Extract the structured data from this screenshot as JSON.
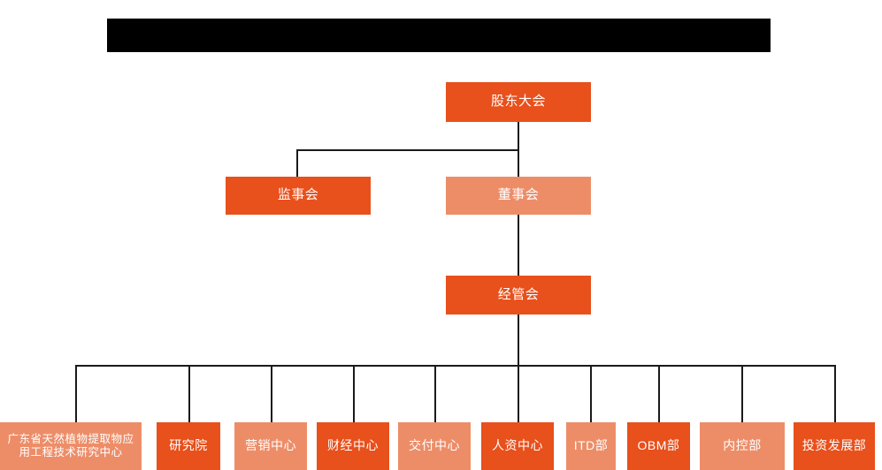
{
  "diagram": {
    "type": "org-chart",
    "title_bar": {
      "name": "redacted-title-bar",
      "text": "",
      "color": "#000000",
      "redacted": true
    },
    "colors": {
      "primary": "#E8501C",
      "secondary": "#ED8D68",
      "connector": "#1a1a1a",
      "background": "#FFFFFF",
      "label": "#FFFFFF"
    },
    "levels": [
      {
        "level": 1,
        "nodes": [
          {
            "id": "shareholders-meeting",
            "label": "股东大会",
            "color": "primary"
          }
        ]
      },
      {
        "level": 2,
        "nodes": [
          {
            "id": "supervisory-board",
            "label": "监事会",
            "color": "primary"
          },
          {
            "id": "board-of-directors",
            "label": "董事会",
            "color": "secondary"
          }
        ]
      },
      {
        "level": 3,
        "nodes": [
          {
            "id": "management-committee",
            "label": "经管会",
            "color": "primary"
          }
        ]
      },
      {
        "level": 4,
        "nodes": [
          {
            "id": "guangdong-research-center",
            "label": "广东省天然植物提取物应\n用工程技术研究中心",
            "color": "secondary"
          },
          {
            "id": "research-institute",
            "label": "研究院",
            "color": "primary"
          },
          {
            "id": "marketing-center",
            "label": "营销中心",
            "color": "secondary"
          },
          {
            "id": "finance-center",
            "label": "财经中心",
            "color": "primary"
          },
          {
            "id": "delivery-center",
            "label": "交付中心",
            "color": "secondary"
          },
          {
            "id": "hr-center",
            "label": "人资中心",
            "color": "primary"
          },
          {
            "id": "itd-department",
            "label": "ITD部",
            "color": "secondary"
          },
          {
            "id": "obm-department",
            "label": "OBM部",
            "color": "primary"
          },
          {
            "id": "internal-control-department",
            "label": "内控部",
            "color": "secondary"
          },
          {
            "id": "investment-development-department",
            "label": "投资发展部",
            "color": "primary"
          }
        ]
      }
    ]
  }
}
